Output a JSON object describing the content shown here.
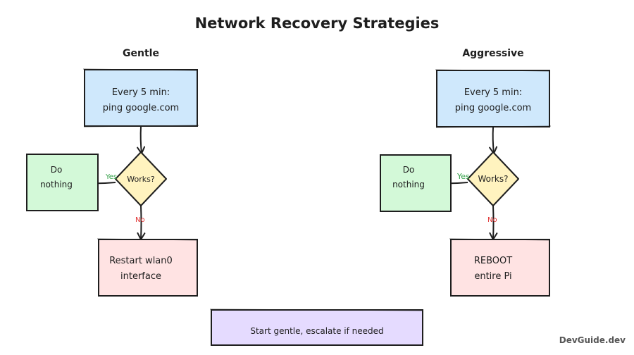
{
  "title": "Network Recovery Strategies",
  "colors": {
    "ink": "#1e1e1e",
    "blue": "#cfe8fc",
    "green": "#d3f9d8",
    "yellow": "#fff3bf",
    "pink": "#ffe3e3",
    "purple": "#e5dbff",
    "yes_label": "#2f9e44",
    "no_label": "#e03131",
    "watermark": "#555555"
  },
  "columns": {
    "gentle": {
      "heading": "Gentle",
      "check": [
        "Every 5 min:",
        "ping google.com"
      ],
      "decision": "Works?",
      "yes_label": "Yes",
      "yes_action": [
        "Do",
        "nothing"
      ],
      "no_label": "No",
      "no_action": [
        "Restart wlan0",
        "interface"
      ]
    },
    "aggressive": {
      "heading": "Aggressive",
      "check": [
        "Every 5 min:",
        "ping google.com"
      ],
      "decision": "Works?",
      "yes_label": "Yes",
      "yes_action": [
        "Do",
        "nothing"
      ],
      "no_label": "No",
      "no_action": [
        "REBOOT",
        "entire Pi"
      ]
    }
  },
  "summary": "Start gentle, escalate if needed",
  "watermark": "DevGuide.dev"
}
